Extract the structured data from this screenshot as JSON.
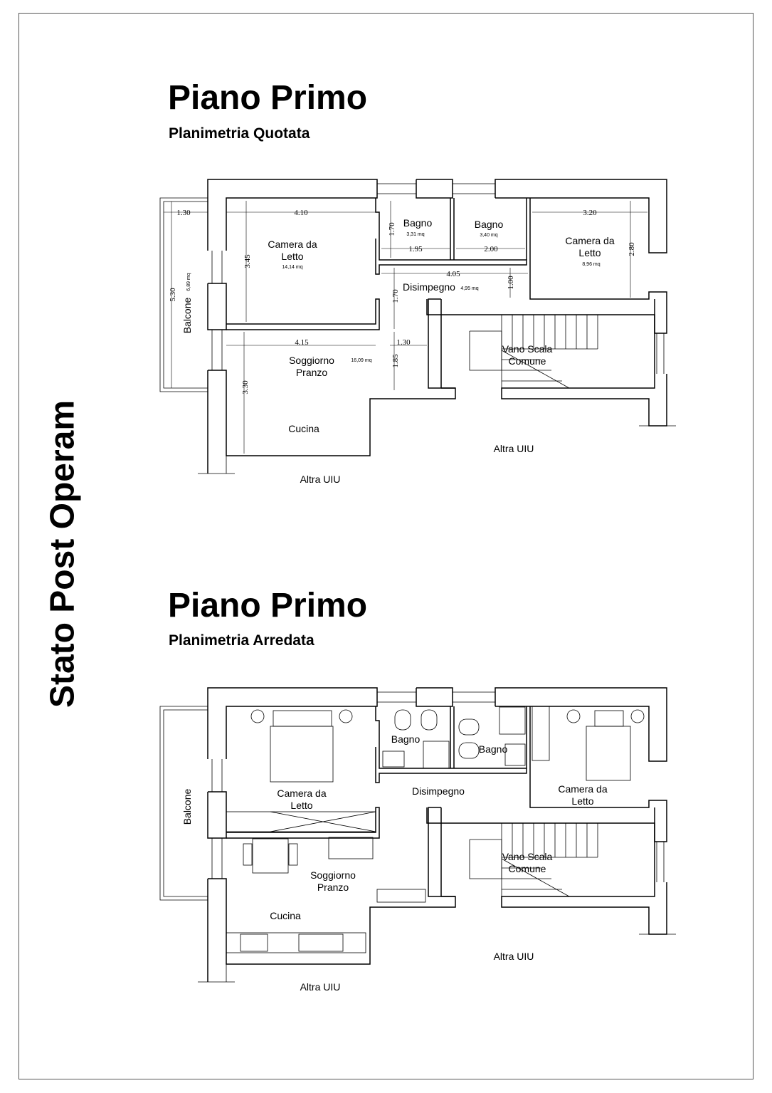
{
  "side_title": "Stato Post Operam",
  "plans": [
    {
      "title": "Piano Primo",
      "subtitle": "Planimetria Quotata",
      "rooms": {
        "camera1": "Camera da",
        "camera1b": "Letto",
        "camera1_area": "14,14 mq",
        "bagno1": "Bagno",
        "bagno1_area": "3,31 mq",
        "bagno2": "Bagno",
        "bagno2_area": "3,40 mq",
        "camera2": "Camera da",
        "camera2b": "Letto",
        "camera2_area": "8,96 mq",
        "disimpegno": "Disimpegno",
        "disimpegno_area": "4,95 mq",
        "balcone": "Balcone",
        "balcone_area": "6,89 mq",
        "soggiorno": "Soggiorno",
        "soggiornob": "Pranzo",
        "soggiorno_area": "16,09 mq",
        "vano": "Vano Scala",
        "vanob": "Comune",
        "cucina": "Cucina",
        "altra1": "Altra UIU",
        "altra2": "Altra UIU"
      },
      "dimensions": {
        "d_130_top": "1.30",
        "d_410": "4.10",
        "d_320": "3.20",
        "d_170_bagno": "1.70",
        "d_195": "1.95",
        "d_200": "2.00",
        "d_345": "3.45",
        "d_280": "2.80",
        "d_405": "4.05",
        "d_100": "1.00",
        "d_170_dis": "1.70",
        "d_530": "5.30",
        "d_415": "4.15",
        "d_130_mid": "1.30",
        "d_185": "1.85",
        "d_330": "3.30"
      }
    },
    {
      "title": "Piano Primo",
      "subtitle": "Planimetria Arredata",
      "rooms": {
        "bagno1": "Bagno",
        "bagno2": "Bagno",
        "camera1": "Camera da",
        "camera1b": "Letto",
        "disimpegno": "Disimpegno",
        "camera2": "Camera da",
        "camera2b": "Letto",
        "balcone": "Balcone",
        "soggiorno": "Soggiorno",
        "soggiornob": "Pranzo",
        "vano": "Vano Scala",
        "vanob": "Comune",
        "cucina": "Cucina",
        "altra1": "Altra UIU",
        "altra2": "Altra UIU"
      }
    }
  ]
}
